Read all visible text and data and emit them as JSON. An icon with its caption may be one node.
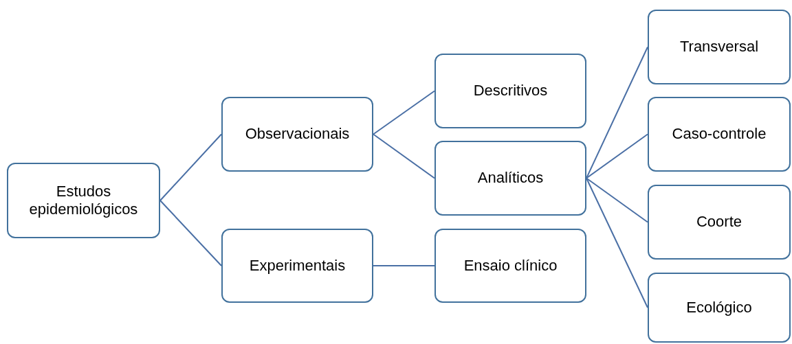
{
  "diagram": {
    "nodes": [
      {
        "text": [
          "Estudos epidemiológicos"
        ]
      },
      {
        "text": [
          "Observacionais"
        ]
      },
      {
        "text": [
          "Experimentais"
        ]
      },
      {
        "text": [
          "Descritivos"
        ]
      },
      {
        "text": [
          "Analíticos"
        ]
      },
      {
        "text": [
          "Ensaio clínico"
        ]
      },
      {
        "text": [
          "Transversal"
        ]
      },
      {
        "text": [
          "Caso-controle"
        ]
      },
      {
        "text": [
          "Coorte"
        ]
      },
      {
        "text": [
          "Ecológico"
        ]
      }
    ],
    "edges": [
      {
        "from": 0,
        "to": 1,
        "arrow": "none"
      },
      {
        "from": 0,
        "to": 2,
        "arrow": "none"
      },
      {
        "from": 1,
        "to": 3,
        "arrow": "none"
      },
      {
        "from": 1,
        "to": 4,
        "arrow": "none"
      },
      {
        "from": 2,
        "to": 5,
        "arrow": "none"
      },
      {
        "from": 4,
        "to": 6,
        "arrow": "none"
      },
      {
        "from": 4,
        "to": 7,
        "arrow": "none"
      },
      {
        "from": 4,
        "to": 8,
        "arrow": "none"
      },
      {
        "from": 4,
        "to": 9,
        "arrow": "none"
      }
    ]
  }
}
